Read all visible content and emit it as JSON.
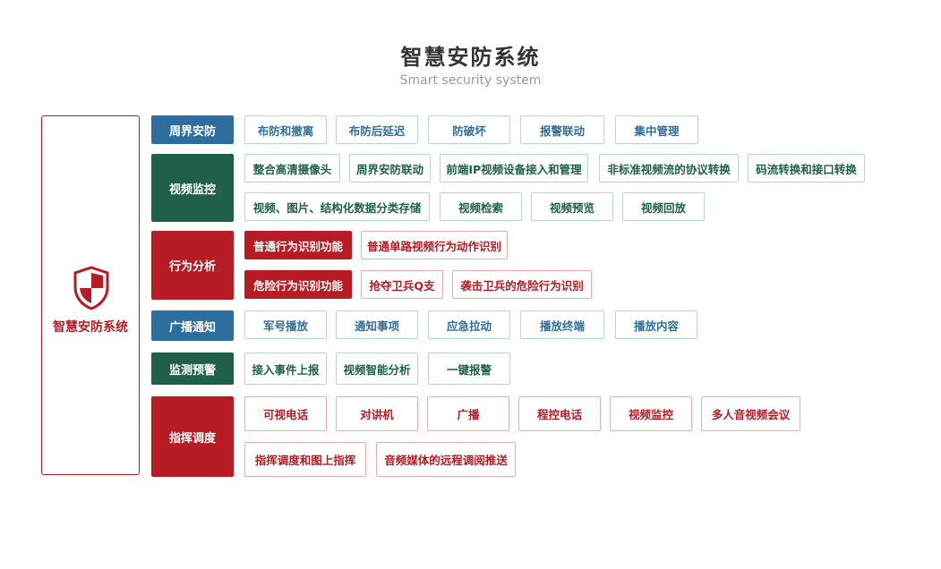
{
  "header": {
    "title": "智慧安防系统",
    "subtitle": "Smart security system"
  },
  "root": {
    "label": "智慧安防系统",
    "icon": "shield-icon"
  },
  "colors": {
    "blue": "#2e6e9e",
    "green": "#20604a",
    "red": "#b71c24"
  },
  "categories": [
    {
      "label": "周界安防",
      "items": [
        "布防和撤离",
        "布防后延迟",
        "防破坏",
        "报警联动",
        "集中管理"
      ]
    },
    {
      "label": "视频监控",
      "items": [
        "整合高清摄像头",
        "周界安防联动",
        "前端IP视频设备接入和管理",
        "非标准视频流的协议转换",
        "码流转换和接口转换",
        "视频、图片、结构化数据分类存储",
        "视频检索",
        "视频预览",
        "视频回放"
      ]
    },
    {
      "label": "行为分析",
      "items": [
        "普通行为识别功能",
        "普通单路视频行为动作识别",
        "危险行为识别功能",
        "抢夺卫兵Q支",
        "袭击卫兵的危险行为识别"
      ]
    },
    {
      "label": "广播通知",
      "items": [
        "军号播放",
        "通知事项",
        "应急拉动",
        "播放终端",
        "播放内容"
      ]
    },
    {
      "label": "监测预警",
      "items": [
        "接入事件上报",
        "视频智能分析",
        "一键报警"
      ]
    },
    {
      "label": "指挥调度",
      "items": [
        "可视电话",
        "对讲机",
        "广播",
        "程控电话",
        "视频监控",
        "多人音视频会议",
        "指挥调度和图上指挥",
        "音频媒体的远程调阅推送"
      ]
    }
  ]
}
